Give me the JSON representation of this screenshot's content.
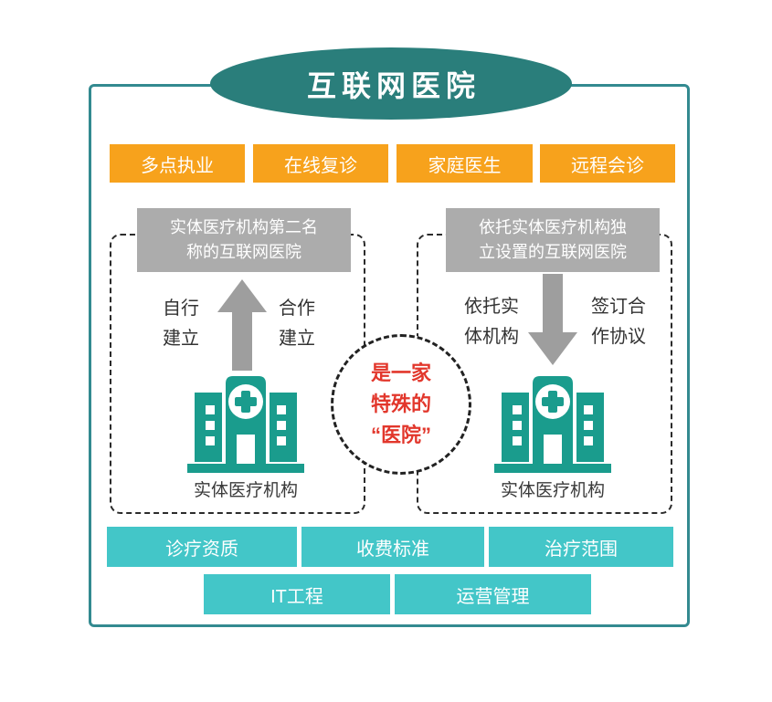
{
  "title": "互联网医院",
  "top_buttons": [
    "多点执业",
    "在线复诊",
    "家庭医生",
    "远程会诊"
  ],
  "left_branch": {
    "header": "实体医疗机构第二名称的互联网医院",
    "arrow_direction": "up",
    "left_arrow_label": "自行建立",
    "right_arrow_label": "合作建立",
    "entity": "实体医疗机构"
  },
  "right_branch": {
    "header": "依托实体医疗机构独立设置的互联网医院",
    "arrow_direction": "down",
    "left_arrow_label": "依托实体机构",
    "right_arrow_label": "签订合作协议",
    "entity": "实体医疗机构"
  },
  "center_note": {
    "line1": "是一家",
    "line2": "特殊的",
    "line3": "“医院”"
  },
  "bottom_row1": [
    "诊疗资质",
    "收费标准",
    "治疗范围"
  ],
  "bottom_row2": [
    "IT工程",
    "运营管理"
  ],
  "colors": {
    "teal_dark": "#2A7E7B",
    "teal_frame": "#338A90",
    "teal_light": "#43C6C8",
    "teal_hospital": "#1A9C8D",
    "orange": "#F7A21C",
    "gray_box": "#ACACAC",
    "gray_arrow": "#9E9E9E",
    "red_text": "#E2372C",
    "dash": "#2B2B2B"
  }
}
